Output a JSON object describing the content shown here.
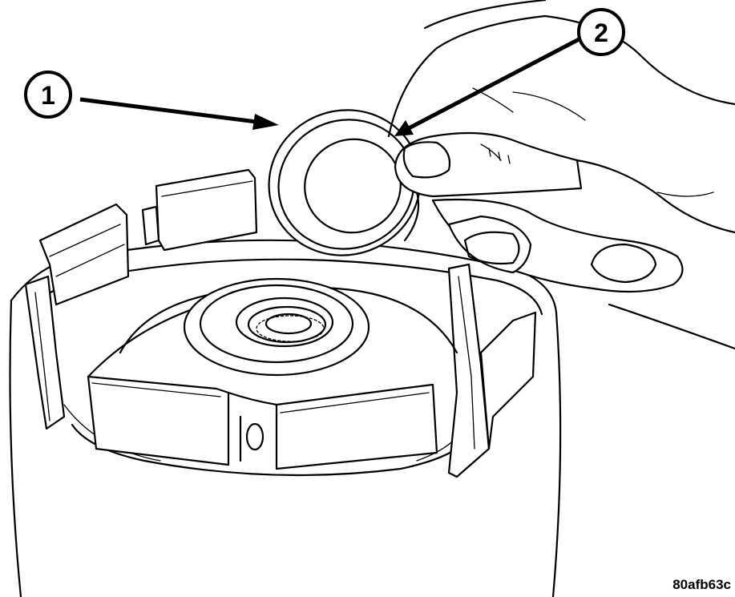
{
  "callouts": [
    {
      "number": "1"
    },
    {
      "number": "2"
    }
  ],
  "figure_id": "80afb63c",
  "colors": {
    "line": "#000000",
    "background": "#ffffff"
  }
}
